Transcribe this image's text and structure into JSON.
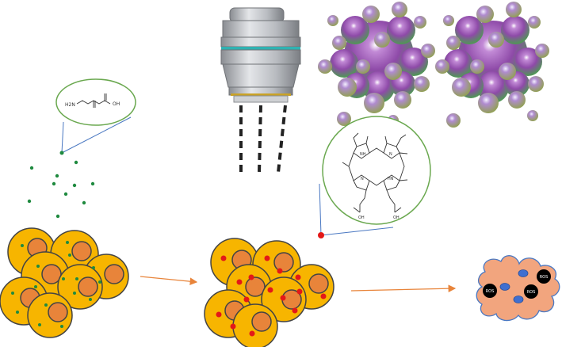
{
  "molecules": {
    "aminolevulinic_acid": {
      "amine_label": "H2N",
      "acid_label": "OH"
    },
    "porphyrin": {
      "nh_label_1": "NH",
      "nh_label_2": "HN",
      "n_label_1": "N",
      "n_label_2": "N",
      "acid_label_1": "OH",
      "acid_label_2": "OH"
    }
  },
  "dying_cell": {
    "ros_labels": [
      "ROS",
      "ROS",
      "ROS"
    ]
  },
  "colors": {
    "cell_body": "#f7b500",
    "nucleus": "#e8843a",
    "prodrug_dot": "#1f8a3f",
    "photosensitizer_dot": "#e31818",
    "arrow": "#e8843a",
    "dying_cell": "#f2a57e",
    "callout_circle": "#6aa84f",
    "callout_line": "#4a78c2"
  },
  "icons": [
    "microscope-objective-icon",
    "nanoparticle-cluster-icon"
  ]
}
